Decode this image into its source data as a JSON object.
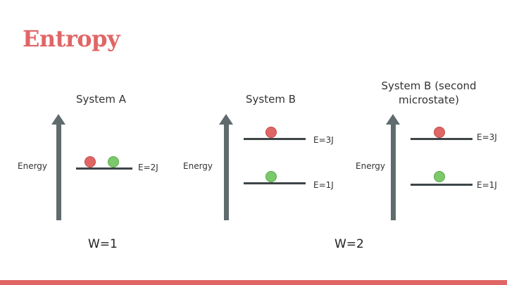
{
  "title": "Entropy",
  "systems": {
    "a": {
      "label": "System A",
      "axis_label": "Energy",
      "level_label": "E=2J",
      "multiplicity": "W=1"
    },
    "b": {
      "label": "System B",
      "axis_label": "Energy",
      "upper_level_label": "E=3J",
      "lower_level_label": "E=1J"
    },
    "b2": {
      "label": "System B (second microstate)",
      "axis_label": "Energy",
      "upper_level_label": "E=3J",
      "lower_level_label": "E=1J"
    },
    "b_multiplicity": "W=2"
  },
  "colors": {
    "title": "#e06666",
    "footer_bar": "#e06666",
    "red_particle": "#e06666",
    "green_particle": "#7bc96a",
    "axis": "#5f6b6d"
  }
}
